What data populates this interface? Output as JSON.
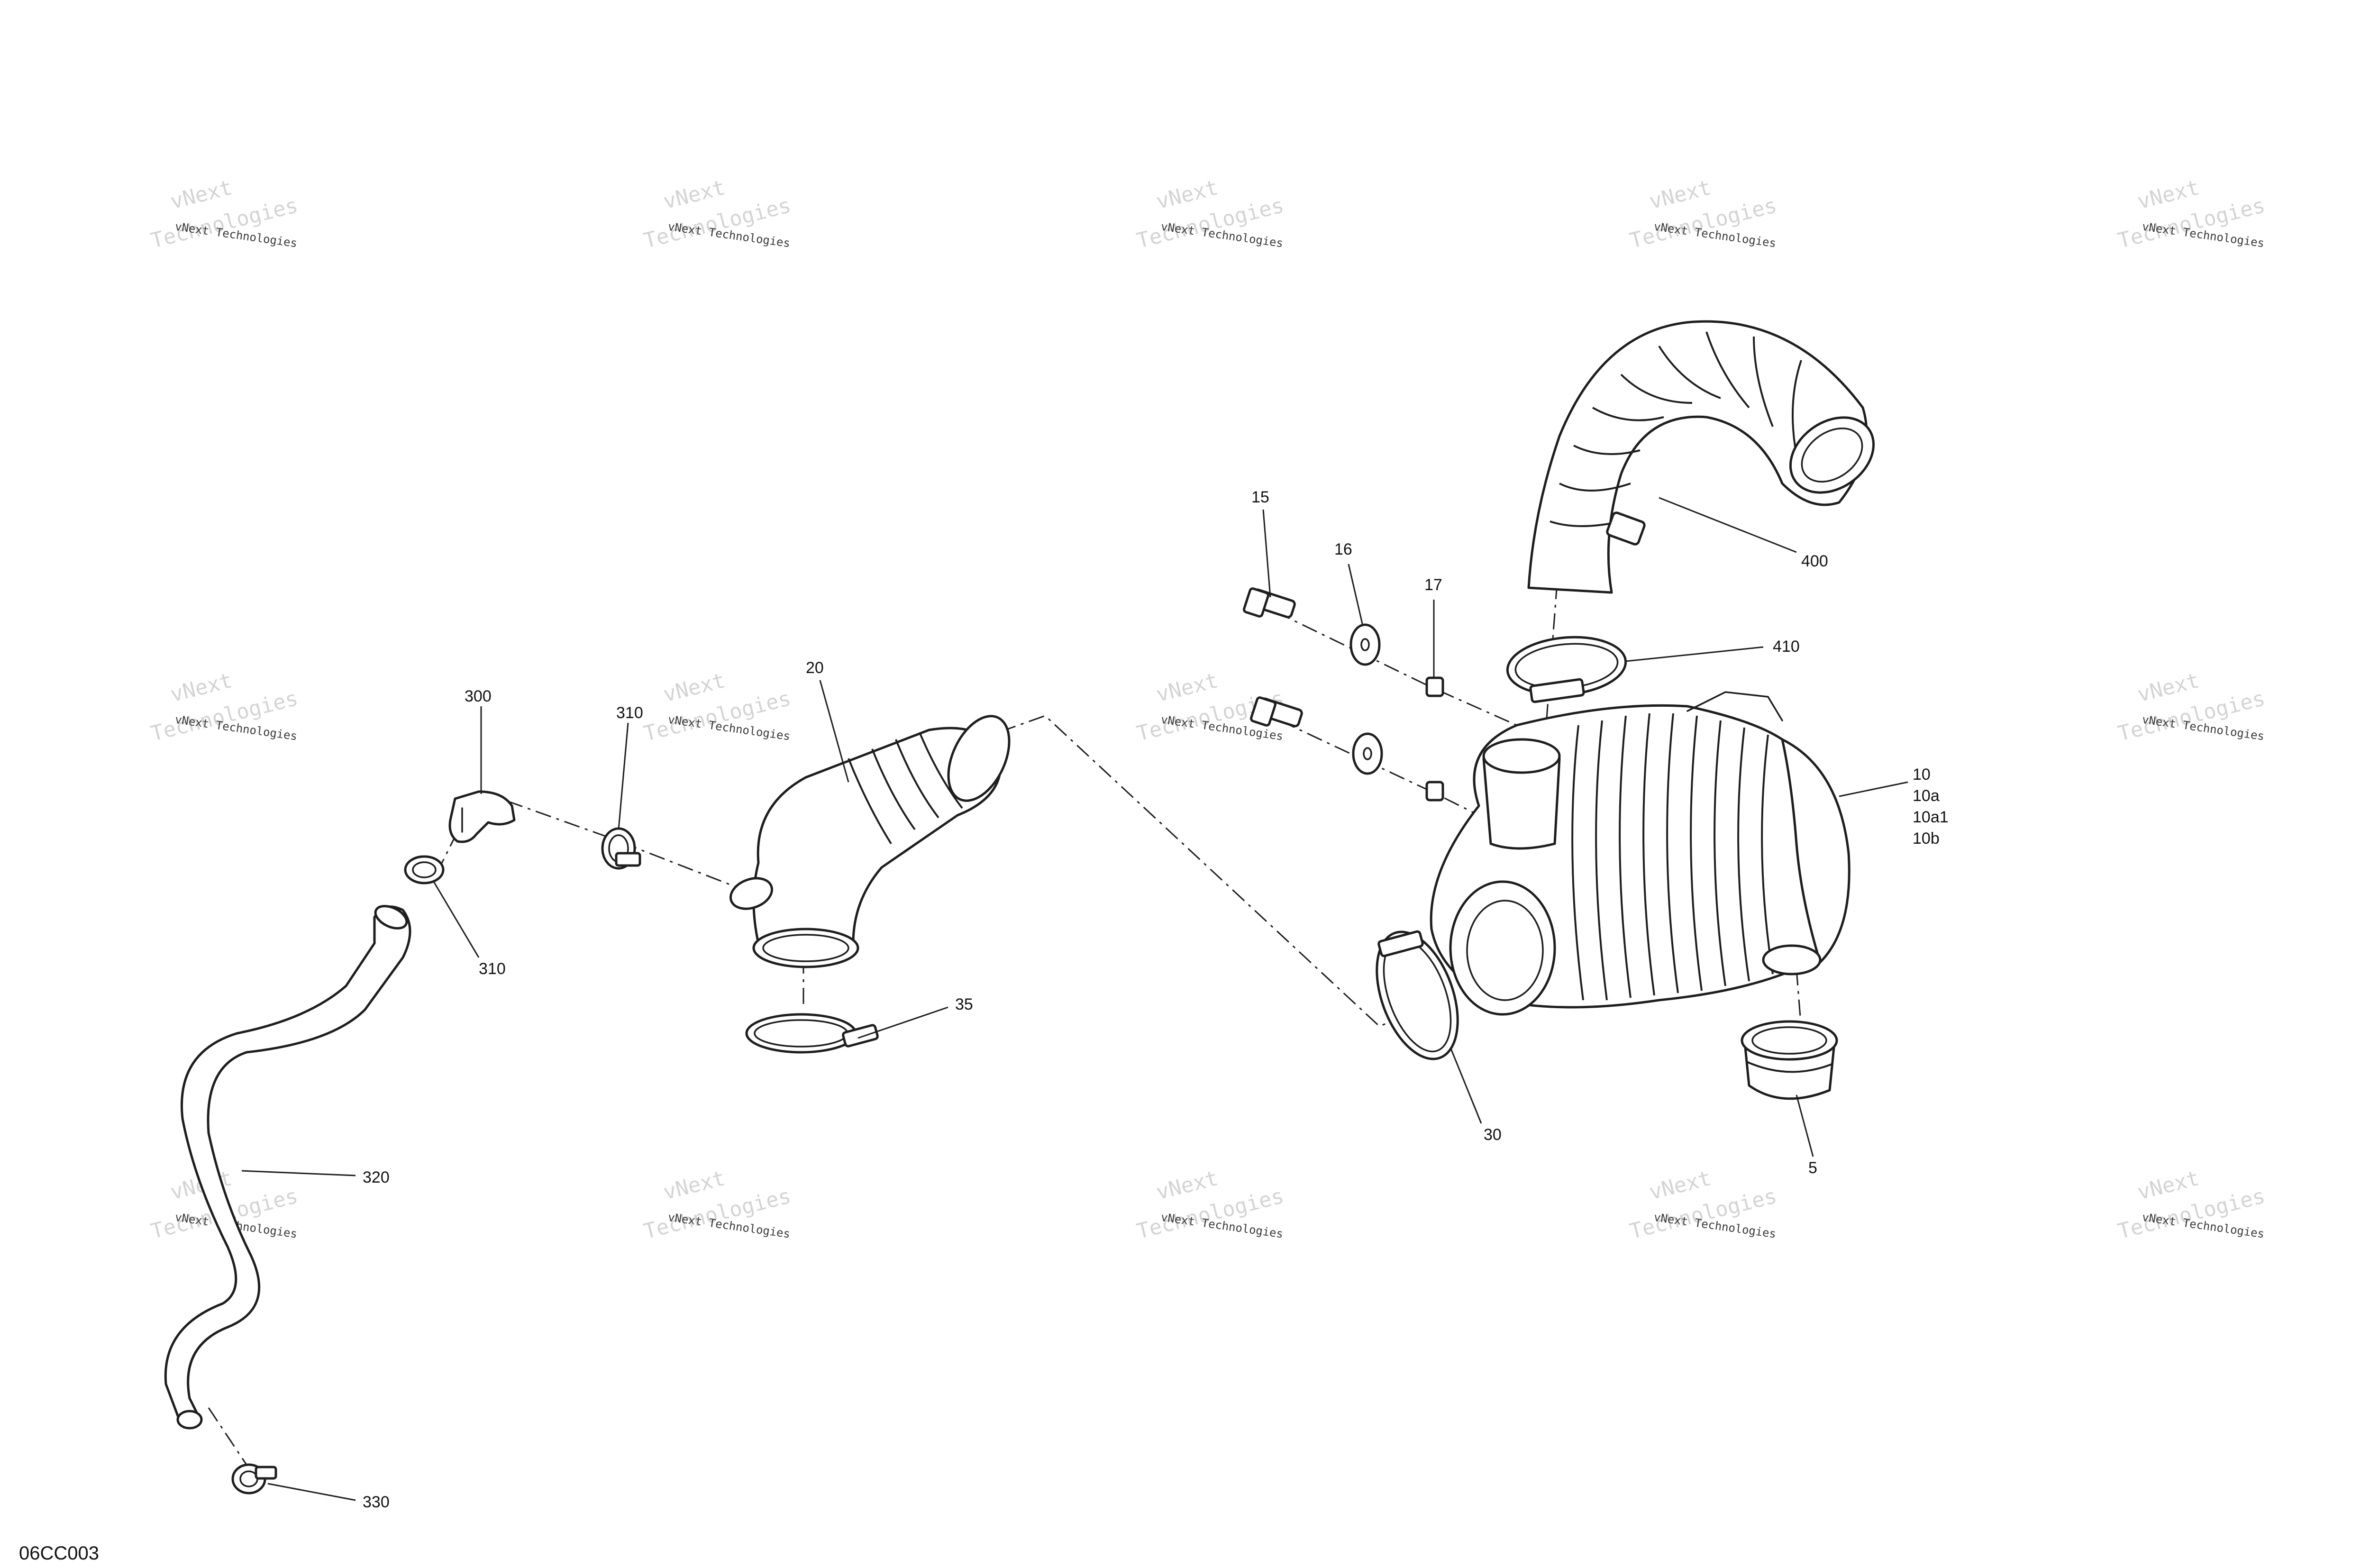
{
  "diagram": {
    "id_code": "06CC003",
    "callouts": {
      "c15": "15",
      "c16": "16",
      "c17": "17",
      "c400": "400",
      "c410": "410",
      "c10": "10",
      "c10a": "10a",
      "c10a1": "10a1",
      "c10b": "10b",
      "c30": "30",
      "c5": "5",
      "c20": "20",
      "c35": "35",
      "c300": "300",
      "c310a": "310",
      "c310b": "310",
      "c320": "320",
      "c330": "330"
    }
  },
  "watermark": {
    "line1": "vNext Technologies",
    "line2a": "vNext",
    "line2b": "Technologies",
    "color": "#c8c8c8"
  }
}
